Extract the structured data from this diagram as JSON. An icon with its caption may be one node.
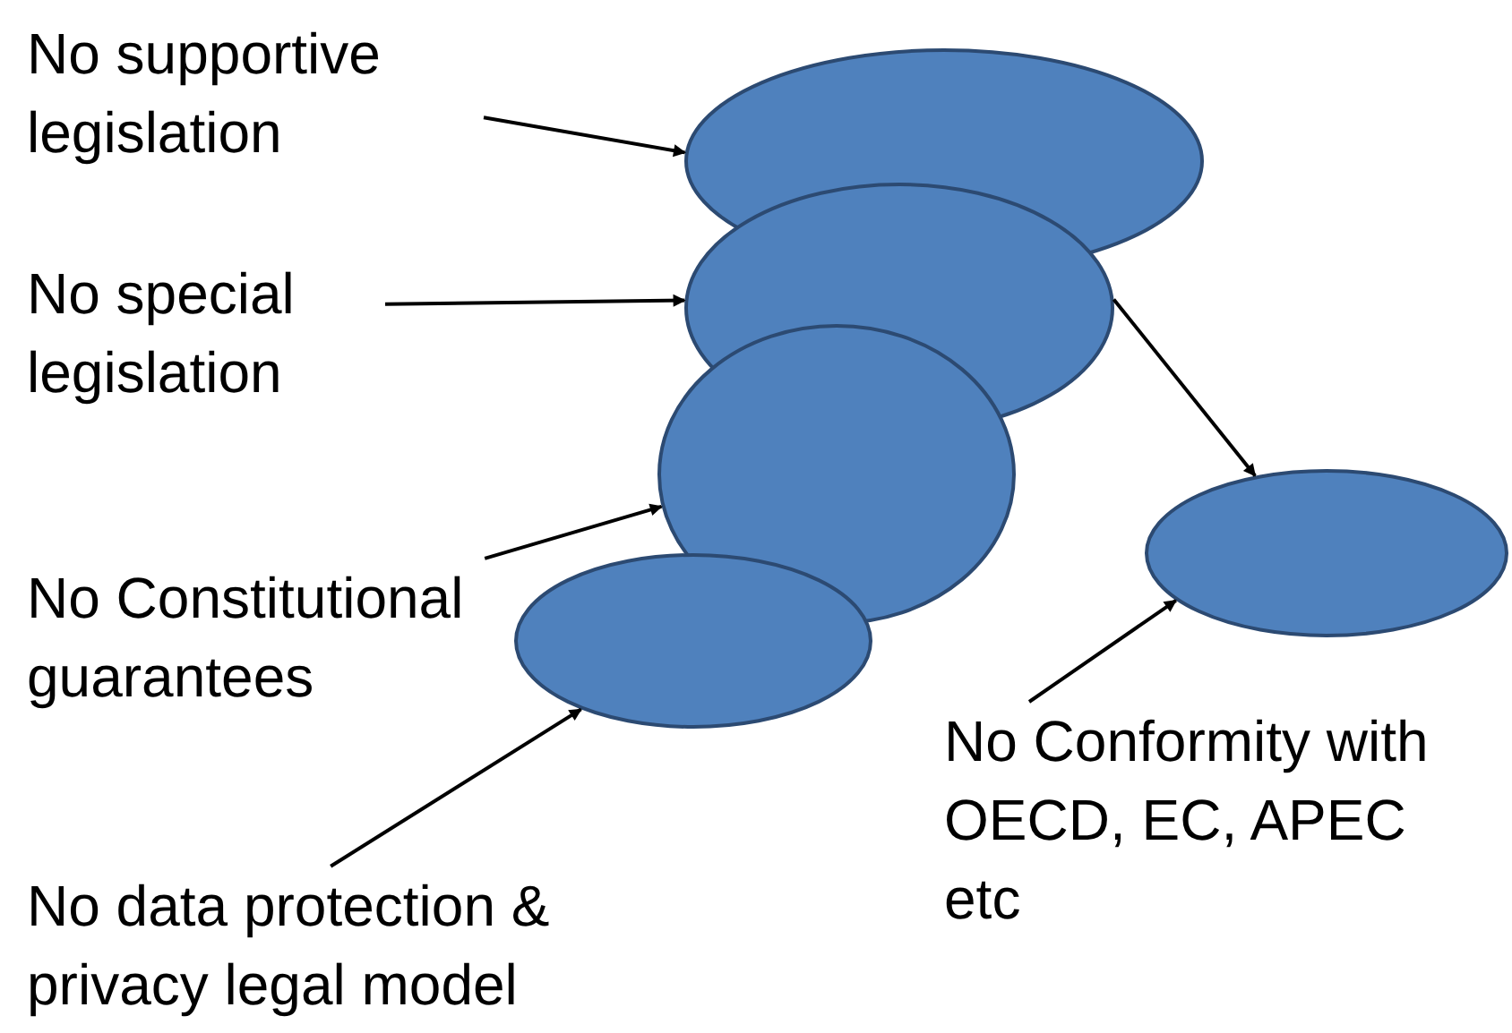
{
  "diagram": {
    "nodes": [
      {
        "text": [
          "No supportive legislation"
        ]
      },
      {
        "text": [],
        "shape": "ellipse"
      },
      {
        "text": [
          "No special legislation"
        ]
      },
      {
        "text": [],
        "shape": "ellipse"
      },
      {
        "text": [],
        "shape": "ellipse"
      },
      {
        "text": [
          "No Constitutional guarantees"
        ]
      },
      {
        "text": [],
        "shape": "ellipse"
      },
      {
        "text": [],
        "shape": "ellipse"
      },
      {
        "text": [
          "No Conformity with OECD, EC, APEC etc"
        ]
      },
      {
        "text": [
          "No data protection & privacy legal model"
        ]
      }
    ],
    "edges": [
      {
        "from": 0,
        "to": 1,
        "arrow": "to"
      },
      {
        "from": 2,
        "to": 3,
        "arrow": "to"
      },
      {
        "from": 5,
        "to": 4,
        "arrow": "to"
      },
      {
        "from": 9,
        "to": 6,
        "arrow": "to"
      },
      {
        "from": 3,
        "to": 7,
        "arrow": "to"
      },
      {
        "from": 8,
        "to": 7,
        "arrow": "to"
      }
    ]
  }
}
